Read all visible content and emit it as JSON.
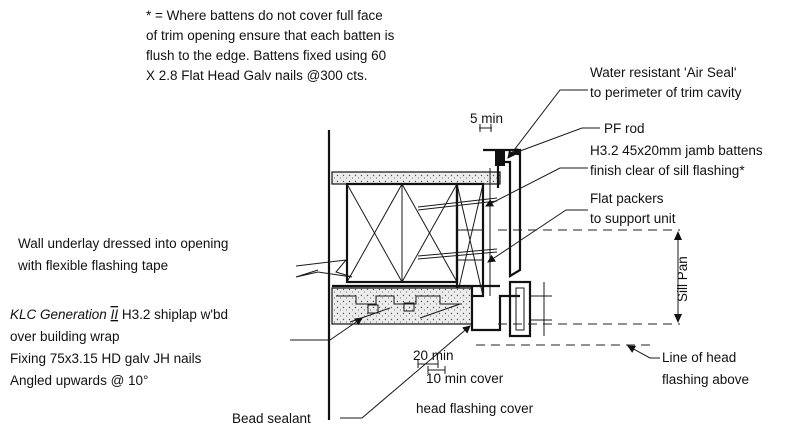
{
  "notes": {
    "batten_note": [
      "* = Where battens do not cover full face",
      "of trim opening ensure that each batten is",
      "flush to the edge. Battens fixed using 60",
      "X 2.8 Flat Head Galv nails @300 cts."
    ],
    "air_seal": [
      "Water resistant 'Air Seal'",
      "to perimeter of trim cavity"
    ],
    "five_min": "5 min",
    "pf_rod": "PF rod",
    "jamb_battens": [
      "H3.2 45x20mm jamb battens",
      "finish clear of sill flashing*"
    ],
    "flat_packers": [
      "Flat packers",
      "to support unit"
    ],
    "wall_underlay": [
      "Wall underlay dressed into opening",
      "with flexible flashing tape"
    ],
    "sill_pan": "Sill Pan",
    "klc": {
      "brand": "KLC Generation ",
      "numeral": "II",
      "rest": " H3.2 shiplap w'bd",
      "line2": "over building wrap",
      "line3": "Fixing 75x3.15 HD galv JH nails",
      "line4": "Angled upwards @ 10°"
    },
    "twenty_min": "20 min",
    "ten_min_cover": "10 min cover",
    "head_flashing_cover": "head flashing cover",
    "line_of_head": [
      "Line of head",
      "flashing above"
    ],
    "bead_sealant": "Bead sealant"
  },
  "colors": {
    "ink": "#111111",
    "background": "#ffffff",
    "stipple_fill": "#e6e6e6"
  }
}
